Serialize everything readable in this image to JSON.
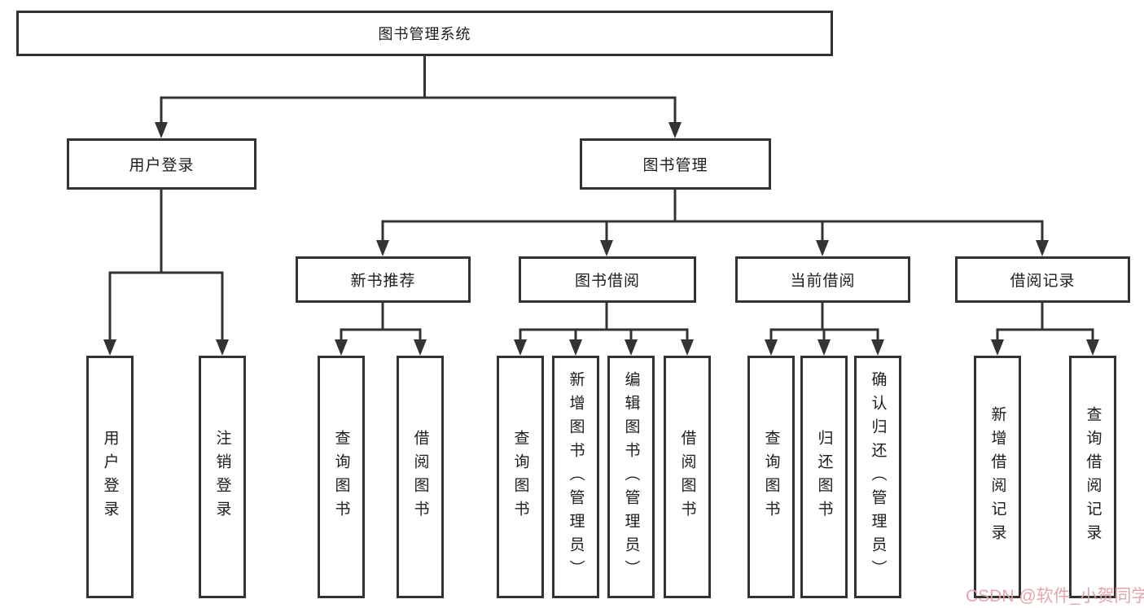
{
  "diagram_title": "图书管理系统",
  "tree": {
    "root": "图书管理系统",
    "branches": {
      "user_login": {
        "label": "用户登录",
        "children": [
          "用户登录",
          "注销登录"
        ]
      },
      "book_management": {
        "label": "图书管理",
        "sections": {
          "new_book_recommend": {
            "label": "新书推荐",
            "children": [
              "查询图书",
              "借阅图书"
            ]
          },
          "book_borrowing": {
            "label": "图书借阅",
            "children": [
              "查询图书",
              "新增图书（管理员）",
              "编辑图书（管理员）",
              "借阅图书"
            ]
          },
          "current_borrowing": {
            "label": "当前借阅",
            "children": [
              "查询图书",
              "归还图书",
              "确认归还（管理员）"
            ]
          },
          "borrowing_records": {
            "label": "借阅记录",
            "children": [
              "新增借阅记录",
              "查询借阅记录"
            ]
          }
        }
      }
    }
  },
  "watermark": {
    "text": "CSDN @软件_小贺同学"
  },
  "colors": {
    "line": "#333333",
    "border": "#333333",
    "text": "#1d1d1d",
    "background": "#ffffff",
    "watermark": "#e3a2a9"
  }
}
